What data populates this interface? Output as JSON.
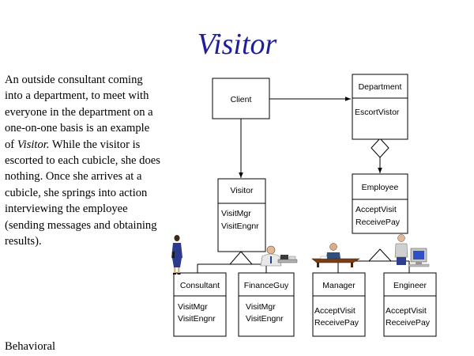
{
  "title": "Visitor",
  "description": {
    "before": "An outside consultant coming into a department, to meet with everyone in the department on a one-on-one basis is an example of ",
    "emphasis": "Visitor.",
    "after": " While the visitor is escorted to each cubicle, she does nothing. Once she arrives at a cubicle,  she springs into action interviewing the employee (sending messages and obtaining results)."
  },
  "category": "Behavioral",
  "classes": {
    "client": {
      "name": "Client"
    },
    "department": {
      "name": "Department",
      "methods": [
        "EscortVistor"
      ]
    },
    "visitor": {
      "name": "Visitor",
      "methods": [
        "VisitMgr",
        "VisitEngnr"
      ]
    },
    "employee": {
      "name": "Employee",
      "methods": [
        "AcceptVisit",
        "ReceivePay"
      ]
    },
    "consultant": {
      "name": "Consultant",
      "methods": [
        "VisitMgr",
        "VisitEngnr"
      ]
    },
    "financeguy": {
      "name": "FinanceGuy",
      "methods": [
        "VisitMgr",
        "VisitEngnr"
      ]
    },
    "manager": {
      "name": "Manager",
      "methods": [
        "AcceptVisit",
        "ReceivePay"
      ]
    },
    "engineer": {
      "name": "Engineer",
      "methods": [
        "AcceptVisit",
        "ReceivePay"
      ]
    }
  },
  "colors": {
    "title": "#1f1f9c",
    "line": "#000000",
    "box_fill": "#ffffff"
  },
  "icons": [
    "standing-woman-icon",
    "man-at-desk-icon",
    "manager-at-desk-icon",
    "engineer-at-computer-icon"
  ]
}
